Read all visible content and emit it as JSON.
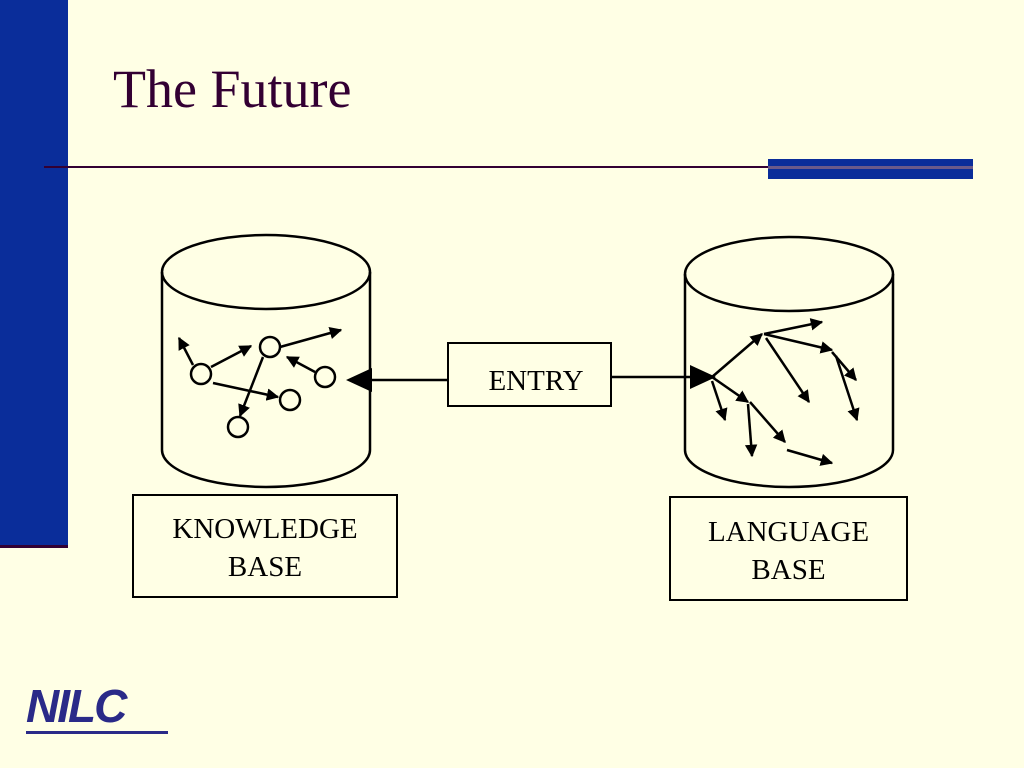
{
  "slide": {
    "title": "The Future",
    "colors": {
      "background": "#FFFFE5",
      "accent": "#0A2D9A",
      "text": "#330033"
    }
  },
  "diagram": {
    "entry_label": "ENTRY",
    "knowledge_base": {
      "line1": "KNOWLEDGE",
      "line2": "BASE"
    },
    "language_base": {
      "line1": "LANGUAGE",
      "line2": "BASE"
    }
  },
  "logo": {
    "text": "NILC"
  }
}
